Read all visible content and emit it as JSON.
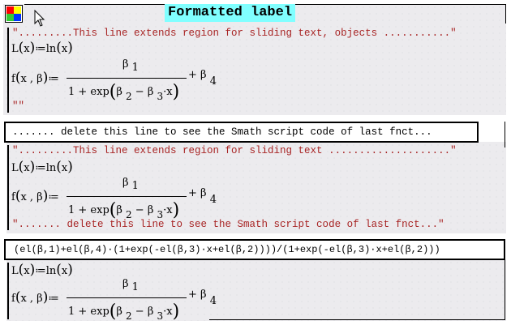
{
  "header": {
    "title_label": "Formatted label",
    "logo_colors": [
      "#ff0000",
      "#ffff00",
      "#33cc33",
      "#0033ff"
    ]
  },
  "region1": {
    "string_top": "\".........This line extends region for sliding text, objects ...........\"",
    "L_def": {
      "lhs": "L",
      "arg": "x",
      "assign": "≔",
      "rhs_fn": "ln",
      "rhs_arg": "x"
    },
    "f_def": {
      "lhs": "f",
      "args": "x , β",
      "assign": "≔",
      "numerator": "β",
      "numerator_sub": "1",
      "den_prefix": "1 + exp",
      "b2": "β",
      "b2_sub": "2",
      "minus": "−",
      "b3": "β",
      "b3_sub": "3",
      "dot": "·",
      "x": "x",
      "plus": "+ β",
      "plus_sub": "4"
    },
    "string_bottom": "\"\""
  },
  "note_box": {
    "text": "....... delete this line to see the Smath script code of last fnct..."
  },
  "region2": {
    "string_top": "\".........This line extends region for sliding text ....................\"",
    "string_bottom": "\"....... delete this line to see the Smath script code of last fnct...\""
  },
  "code_box": {
    "text": "(el(β,1)+el(β,4)·(1+exp(-el(β,3)·x+el(β,2))))/(1+exp(-el(β,3)·x+el(β,2)))"
  },
  "region3": {}
}
